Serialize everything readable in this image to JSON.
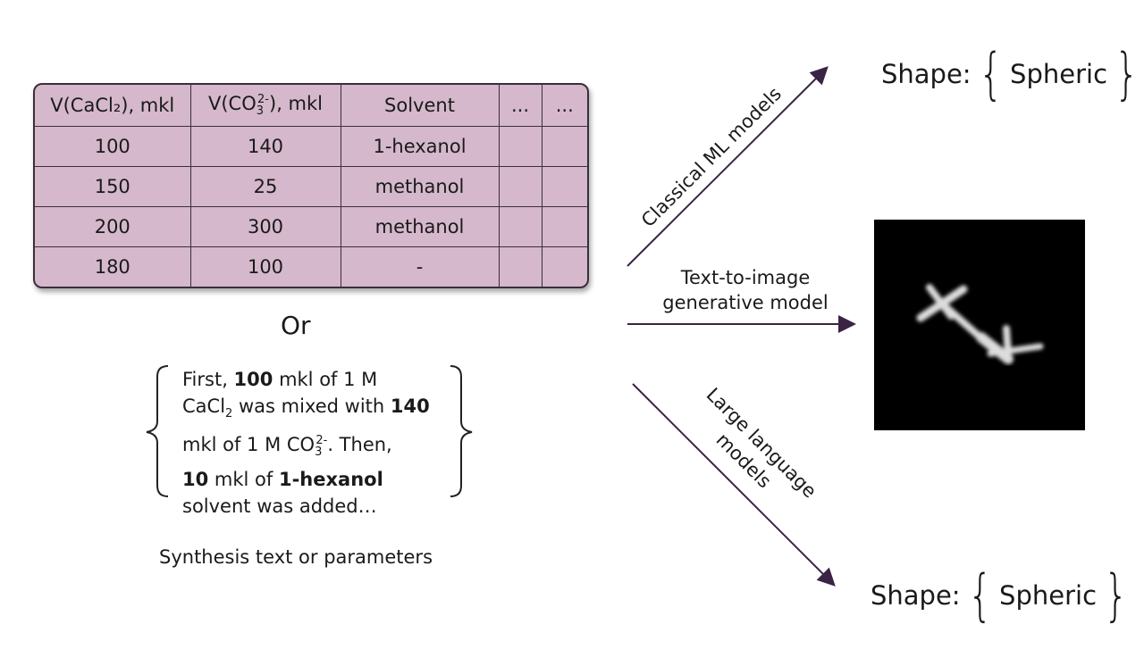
{
  "table": {
    "headers": [
      {
        "pre": "V(CaCl",
        "sub": "₂",
        "post": "), mkl"
      },
      {
        "pre": "V(CO",
        "sub": "3",
        "sup": "2-",
        "post": "), mkl"
      },
      {
        "text": "Solvent"
      },
      {
        "text": "..."
      },
      {
        "text": "..."
      }
    ],
    "rows": [
      [
        "100",
        "140",
        "1-hexanol",
        "",
        ""
      ],
      [
        "150",
        "25",
        "methanol",
        "",
        ""
      ],
      [
        "200",
        "300",
        "methanol",
        "",
        ""
      ],
      [
        "180",
        "100",
        "-",
        "",
        ""
      ]
    ]
  },
  "or_label": "Or",
  "synthesis_text": {
    "line1": {
      "a": "First, ",
      "b": "100",
      "c": " mkl of 1 M"
    },
    "line2": {
      "a": "CaCl",
      "sub": "2",
      "b": " was mixed with ",
      "c": "140"
    },
    "line3": {
      "a": "mkl of 1 M CO",
      "sub": "3",
      "sup": "2-",
      "b": ". Then,"
    },
    "line4": {
      "a": "10",
      "b": " mkl of ",
      "c": "1-hexanol"
    },
    "line5": "solvent was added…"
  },
  "caption": "Synthesis text or parameters",
  "arrows": {
    "classical": "Classical ML models",
    "text_to_image_line1": "Text-to-image",
    "text_to_image_line2": "generative model",
    "llm_line1": "Large language",
    "llm_line2": "models"
  },
  "outputs": {
    "top": {
      "label": "Shape:",
      "value": "Spheric"
    },
    "bottom": {
      "label": "Shape:",
      "value": "Spheric"
    }
  },
  "colors": {
    "table_fill": "#d5b8cc",
    "arrow": "#3b2346",
    "image_bg": "#000000"
  }
}
